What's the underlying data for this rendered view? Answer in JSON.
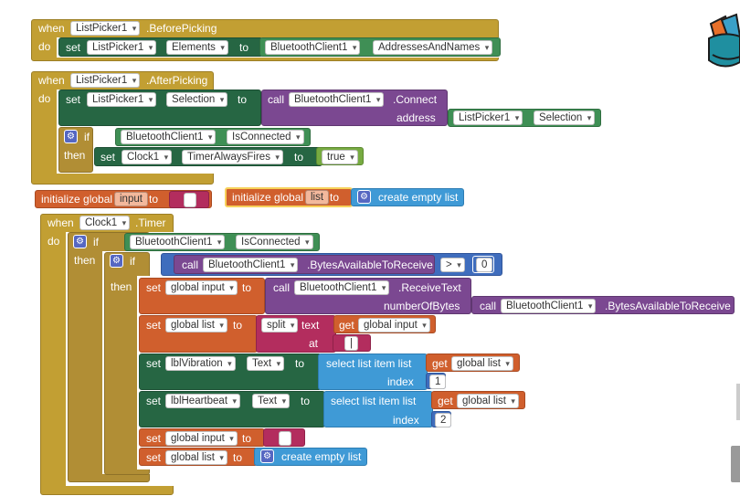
{
  "b1": {
    "when": "when",
    "component": "ListPicker1",
    "event": ".BeforePicking",
    "do": "do",
    "set": "set",
    "prop_comp": "ListPicker1",
    "prop": "Elements",
    "to": "to",
    "src_comp": "BluetoothClient1",
    "src_prop": "AddressesAndNames"
  },
  "b2": {
    "when": "when",
    "component": "ListPicker1",
    "event": ".AfterPicking",
    "do": "do",
    "set": "set",
    "prop_comp": "ListPicker1",
    "prop": "Selection",
    "to": "to",
    "call": "call",
    "call_comp": "BluetoothClient1",
    "method": ".Connect",
    "arg": "address",
    "arg_comp": "ListPicker1",
    "arg_prop": "Selection",
    "if": "if",
    "cond_comp": "BluetoothClient1",
    "cond_prop": "IsConnected",
    "then": "then",
    "set2": "set",
    "clock_comp": "Clock1",
    "clock_prop": "TimerAlwaysFires",
    "to2": "to",
    "value": "true"
  },
  "globals": {
    "init": "initialize global",
    "input_name": "input",
    "to": "to",
    "input_value": " ",
    "list_init": "initialize global",
    "list_name": "list",
    "to2": "to",
    "create": "create empty list"
  },
  "b3": {
    "when": "when",
    "component": "Clock1",
    "event": ".Timer",
    "do": "do",
    "if1": "if",
    "cond1_comp": "BluetoothClient1",
    "cond1_prop": "IsConnected",
    "then1": "then",
    "if2": "if",
    "call": "call",
    "call_comp": "BluetoothClient1",
    "call_method": ".BytesAvailableToReceive",
    "op": ">",
    "op_value": "0",
    "then2": "then",
    "set_input": "set",
    "var_input": "global input",
    "to_a": "to",
    "call2": "call",
    "recv_comp": "BluetoothClient1",
    "recv_method": ".ReceiveText",
    "num_bytes": "numberOfBytes",
    "call3": "call",
    "bytes_comp": "BluetoothClient1",
    "bytes_method": ".BytesAvailableToReceive",
    "set_list": "set",
    "var_list": "global list",
    "to_b": "to",
    "split": "split",
    "text": "text",
    "get": "get",
    "get_input": "global input",
    "at": "at",
    "sep": "|",
    "set_vib": "set",
    "vib_comp": "lblVibration",
    "vib_prop": "Text",
    "to_c": "to",
    "select1": "select list item  list",
    "get1": "get",
    "get1_var": "global list",
    "index1": "index",
    "index1_val": "1",
    "set_hb": "set",
    "hb_comp": "lblHeartbeat",
    "hb_prop": "Text",
    "to_d": "to",
    "select2": "select list item  list",
    "get2": "get",
    "get2_var": "global list",
    "index2": "index",
    "index2_val": "2",
    "reset_input": "set",
    "reset_input_var": "global input",
    "to_e": "to",
    "reset_input_val": " ",
    "reset_list": "set",
    "reset_list_var": "global list",
    "to_f": "to",
    "create": "create empty list"
  }
}
